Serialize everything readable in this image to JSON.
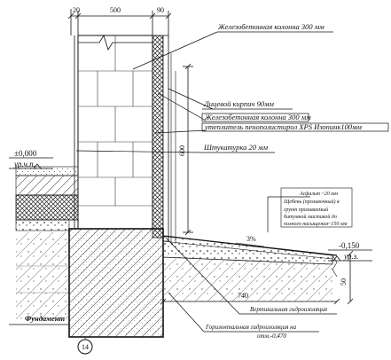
{
  "dimensions": {
    "top_left": "20",
    "top_mid": "500",
    "top_right": "90",
    "vertical": "600",
    "bottom": "740",
    "right_vertical": "50"
  },
  "labels": {
    "column_top": "Железобетонная колонна 300 мм",
    "facing_brick": "Лицевой кирпич 90мм",
    "column_mid": "Железобетонная колонна 300 мм",
    "insulation": "утеплитель пенополистирол XPS Изопинк100мм",
    "plaster": "Штукатурка 20 мм",
    "asphalt_1": "Асфальт   ~20 мм",
    "asphalt_2": "Щебень (проливочный) в",
    "asphalt_3": "грунт проливаемый",
    "asphalt_4": "битумной мастикой до",
    "asphalt_5": "полного насыщения~150 мм",
    "slope": "3%",
    "vertical_waterproofing": "Вертикальная гидроизоляция",
    "horizontal_waterproofing_1": "Горизонтальная гидроизоляция на",
    "horizontal_waterproofing_2": "отм.-0,470",
    "foundation": "Фундамент",
    "axis_marker": "14"
  },
  "levels": {
    "floor_value": "±0,000",
    "floor_label": "ур.ч.п.",
    "ground_value": "-0,150",
    "ground_label": "ур.з."
  }
}
